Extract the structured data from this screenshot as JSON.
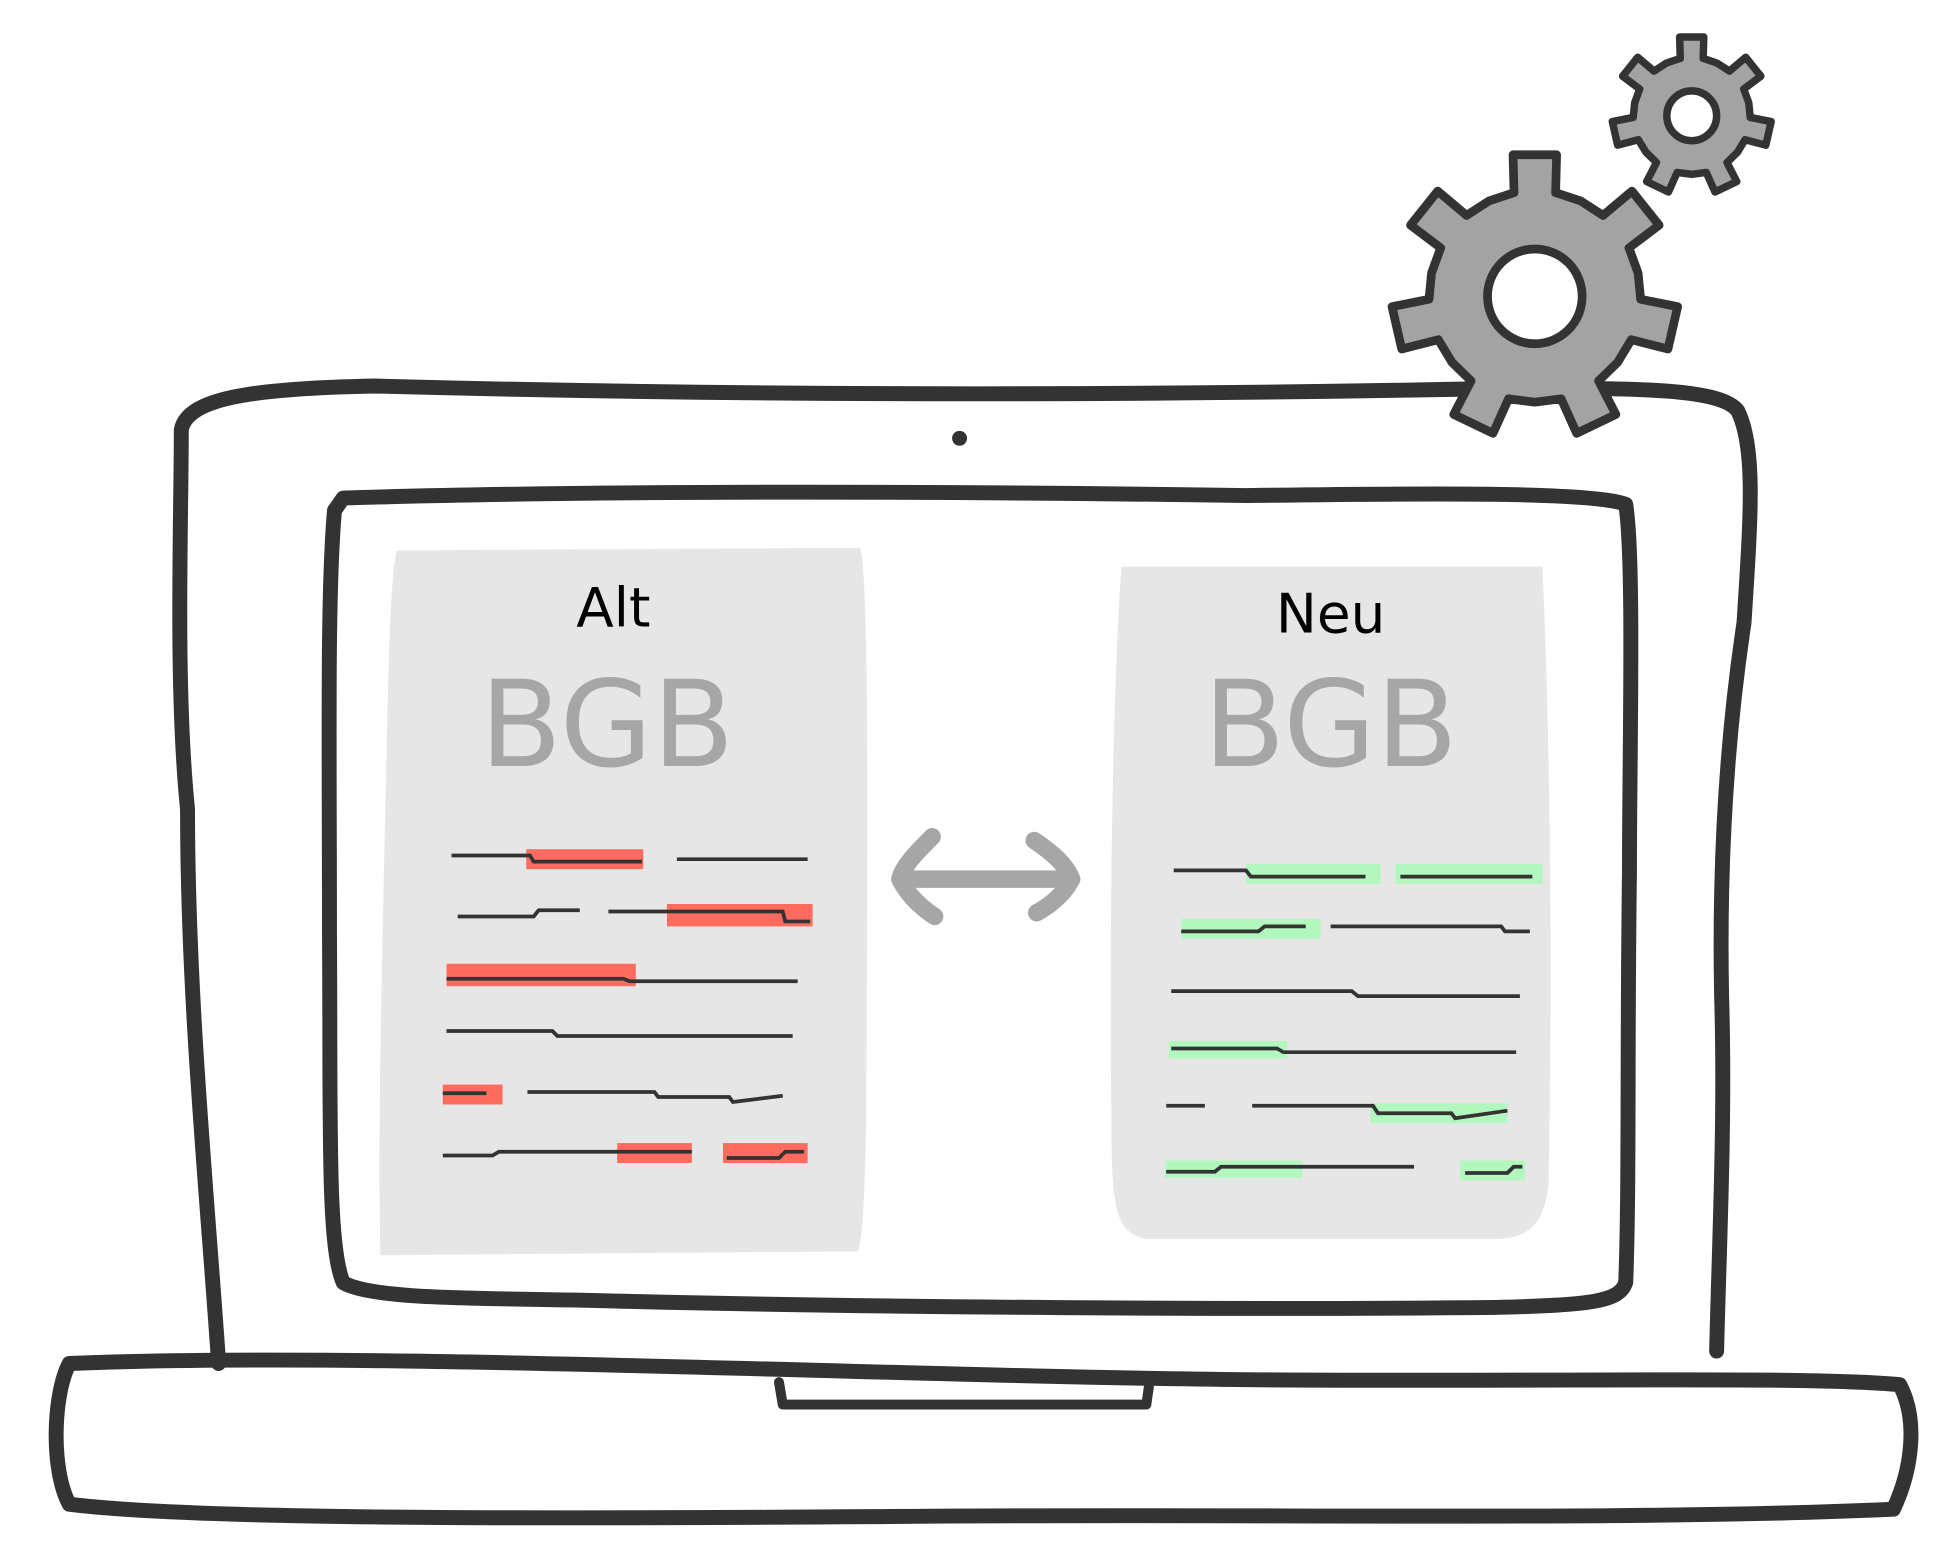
{
  "documents": {
    "old": {
      "label": "Alt",
      "title": "BGB"
    },
    "new": {
      "label": "Neu",
      "title": "BGB"
    }
  },
  "colors": {
    "outline": "#333333",
    "document": "#e6e6e6",
    "title_gray": "#a6a6a6",
    "removed": "#ff6b5e",
    "added": "#b2f7bd",
    "gear": "#a3a3a3"
  },
  "icons": [
    "laptop-icon",
    "document-old-icon",
    "document-new-icon",
    "double-arrow-icon",
    "gear-large-icon",
    "gear-small-icon"
  ]
}
